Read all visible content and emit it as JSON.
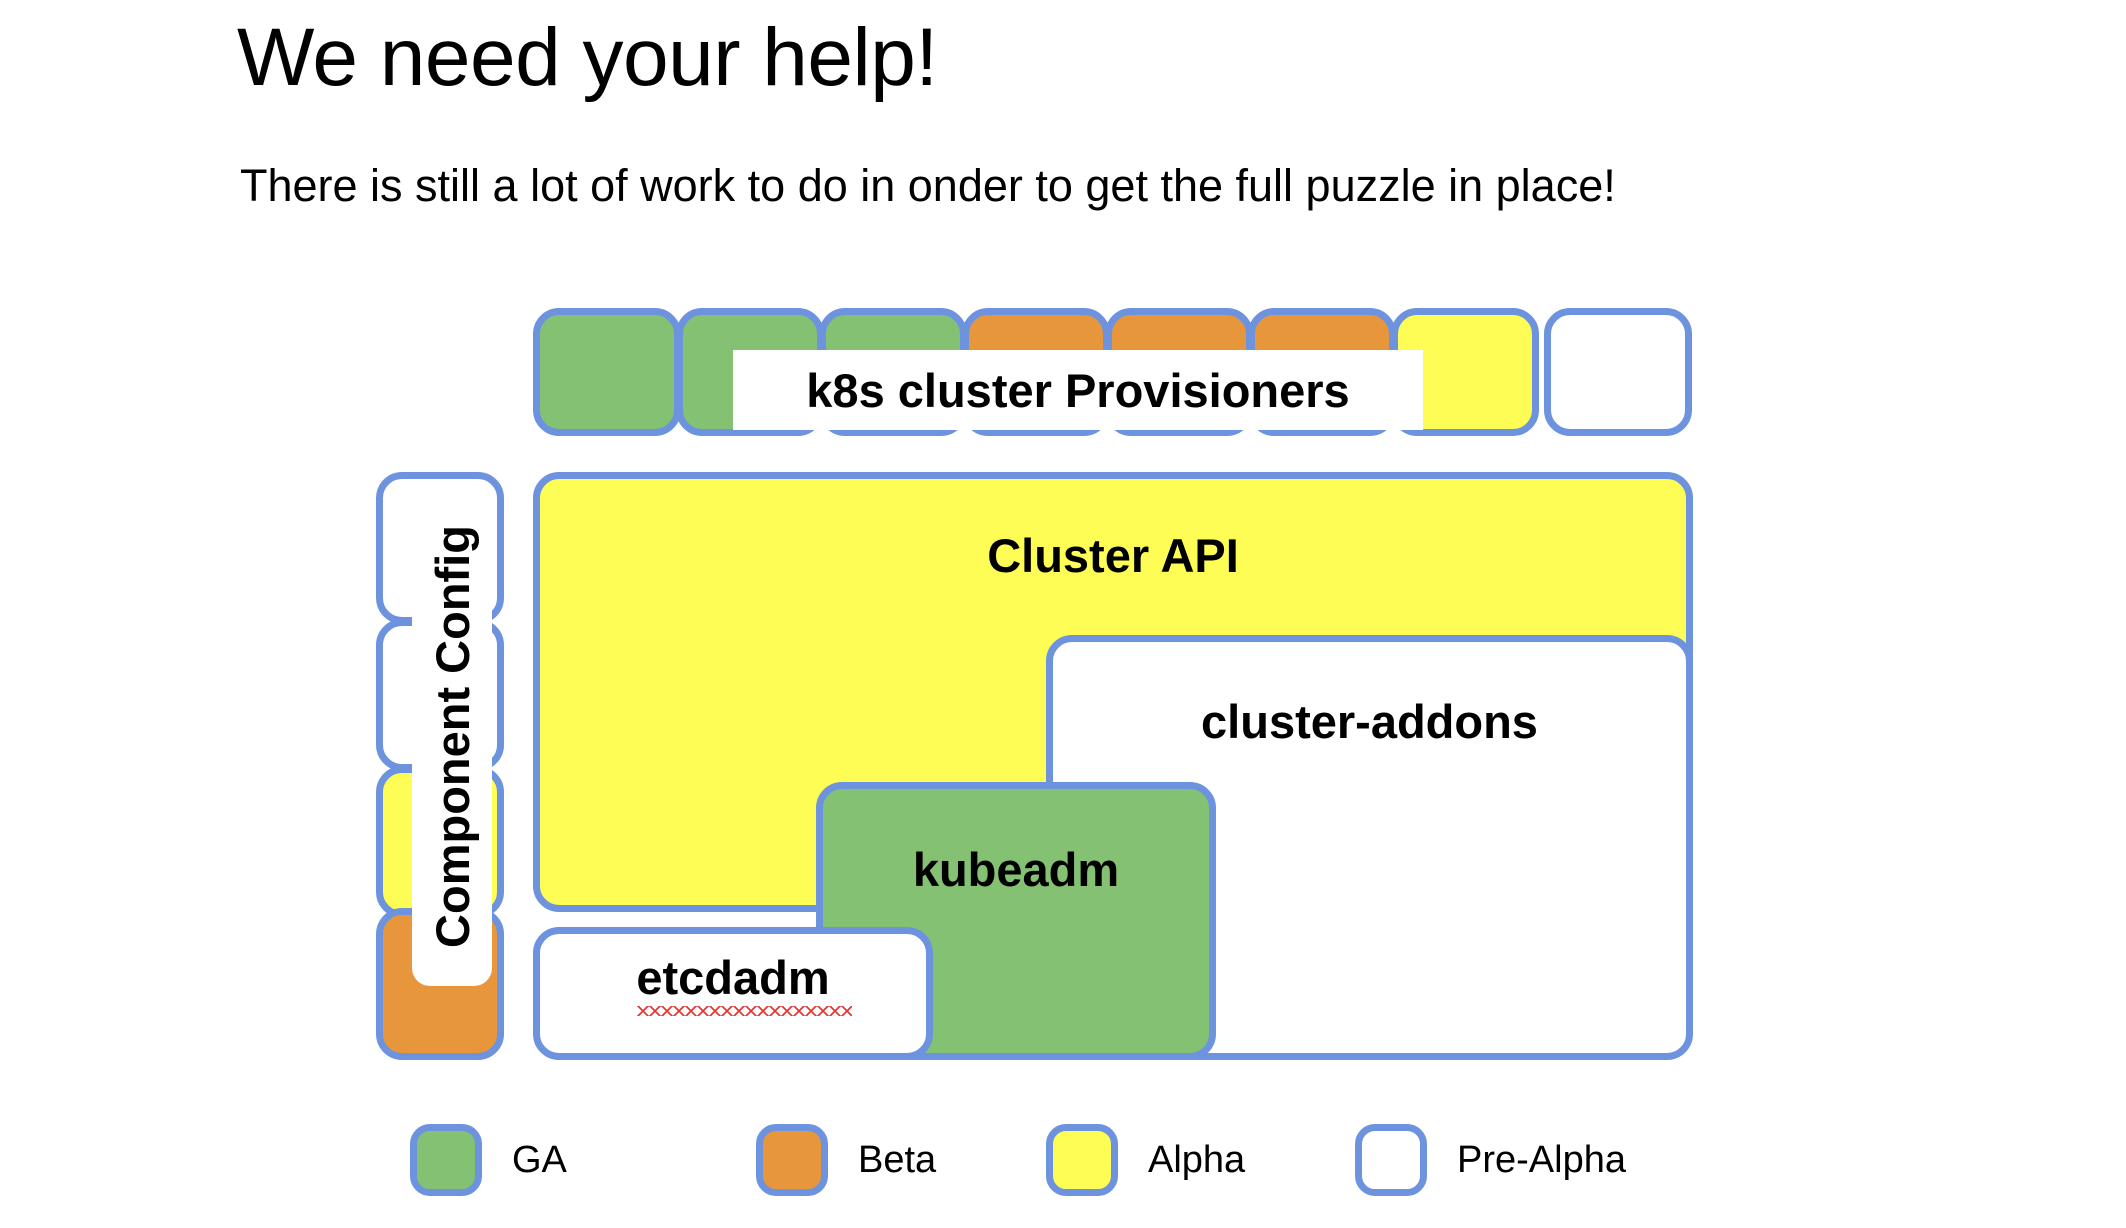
{
  "slide": {
    "title": "We need your help!",
    "subtitle": "There is still a lot of work to do in onder to get the full puzzle in place!"
  },
  "colors": {
    "border": "#6e93de",
    "ga": "#85c172",
    "beta": "#e8963c",
    "alpha": "#fdfd55",
    "prealpha": "#ffffff",
    "text": "#000000",
    "background": "#ffffff",
    "spellcheck": "#e53935"
  },
  "provisioner_row": {
    "label": "k8s cluster Provisioners",
    "boxes": [
      {
        "status": "GA"
      },
      {
        "status": "GA"
      },
      {
        "status": "GA"
      },
      {
        "status": "Beta"
      },
      {
        "status": "Beta"
      },
      {
        "status": "Beta"
      },
      {
        "status": "Alpha"
      },
      {
        "status": "Pre-Alpha"
      }
    ]
  },
  "component_config": {
    "label": "Component Config",
    "boxes": [
      {
        "status": "Pre-Alpha"
      },
      {
        "status": "Pre-Alpha"
      },
      {
        "status": "Alpha"
      },
      {
        "status": "Beta"
      }
    ]
  },
  "stack": [
    {
      "label": "Cluster API",
      "status": "Alpha"
    },
    {
      "label": "cluster-addons",
      "status": "Pre-Alpha"
    },
    {
      "label": "kubeadm",
      "status": "GA"
    },
    {
      "label": "etcdadm",
      "status": "Pre-Alpha",
      "spellcheck_underline": true
    }
  ],
  "legend": {
    "items": [
      {
        "label": "GA",
        "status": "GA"
      },
      {
        "label": "Beta",
        "status": "Beta"
      },
      {
        "label": "Alpha",
        "status": "Alpha"
      },
      {
        "label": "Pre-Alpha",
        "status": "Pre-Alpha"
      }
    ]
  }
}
